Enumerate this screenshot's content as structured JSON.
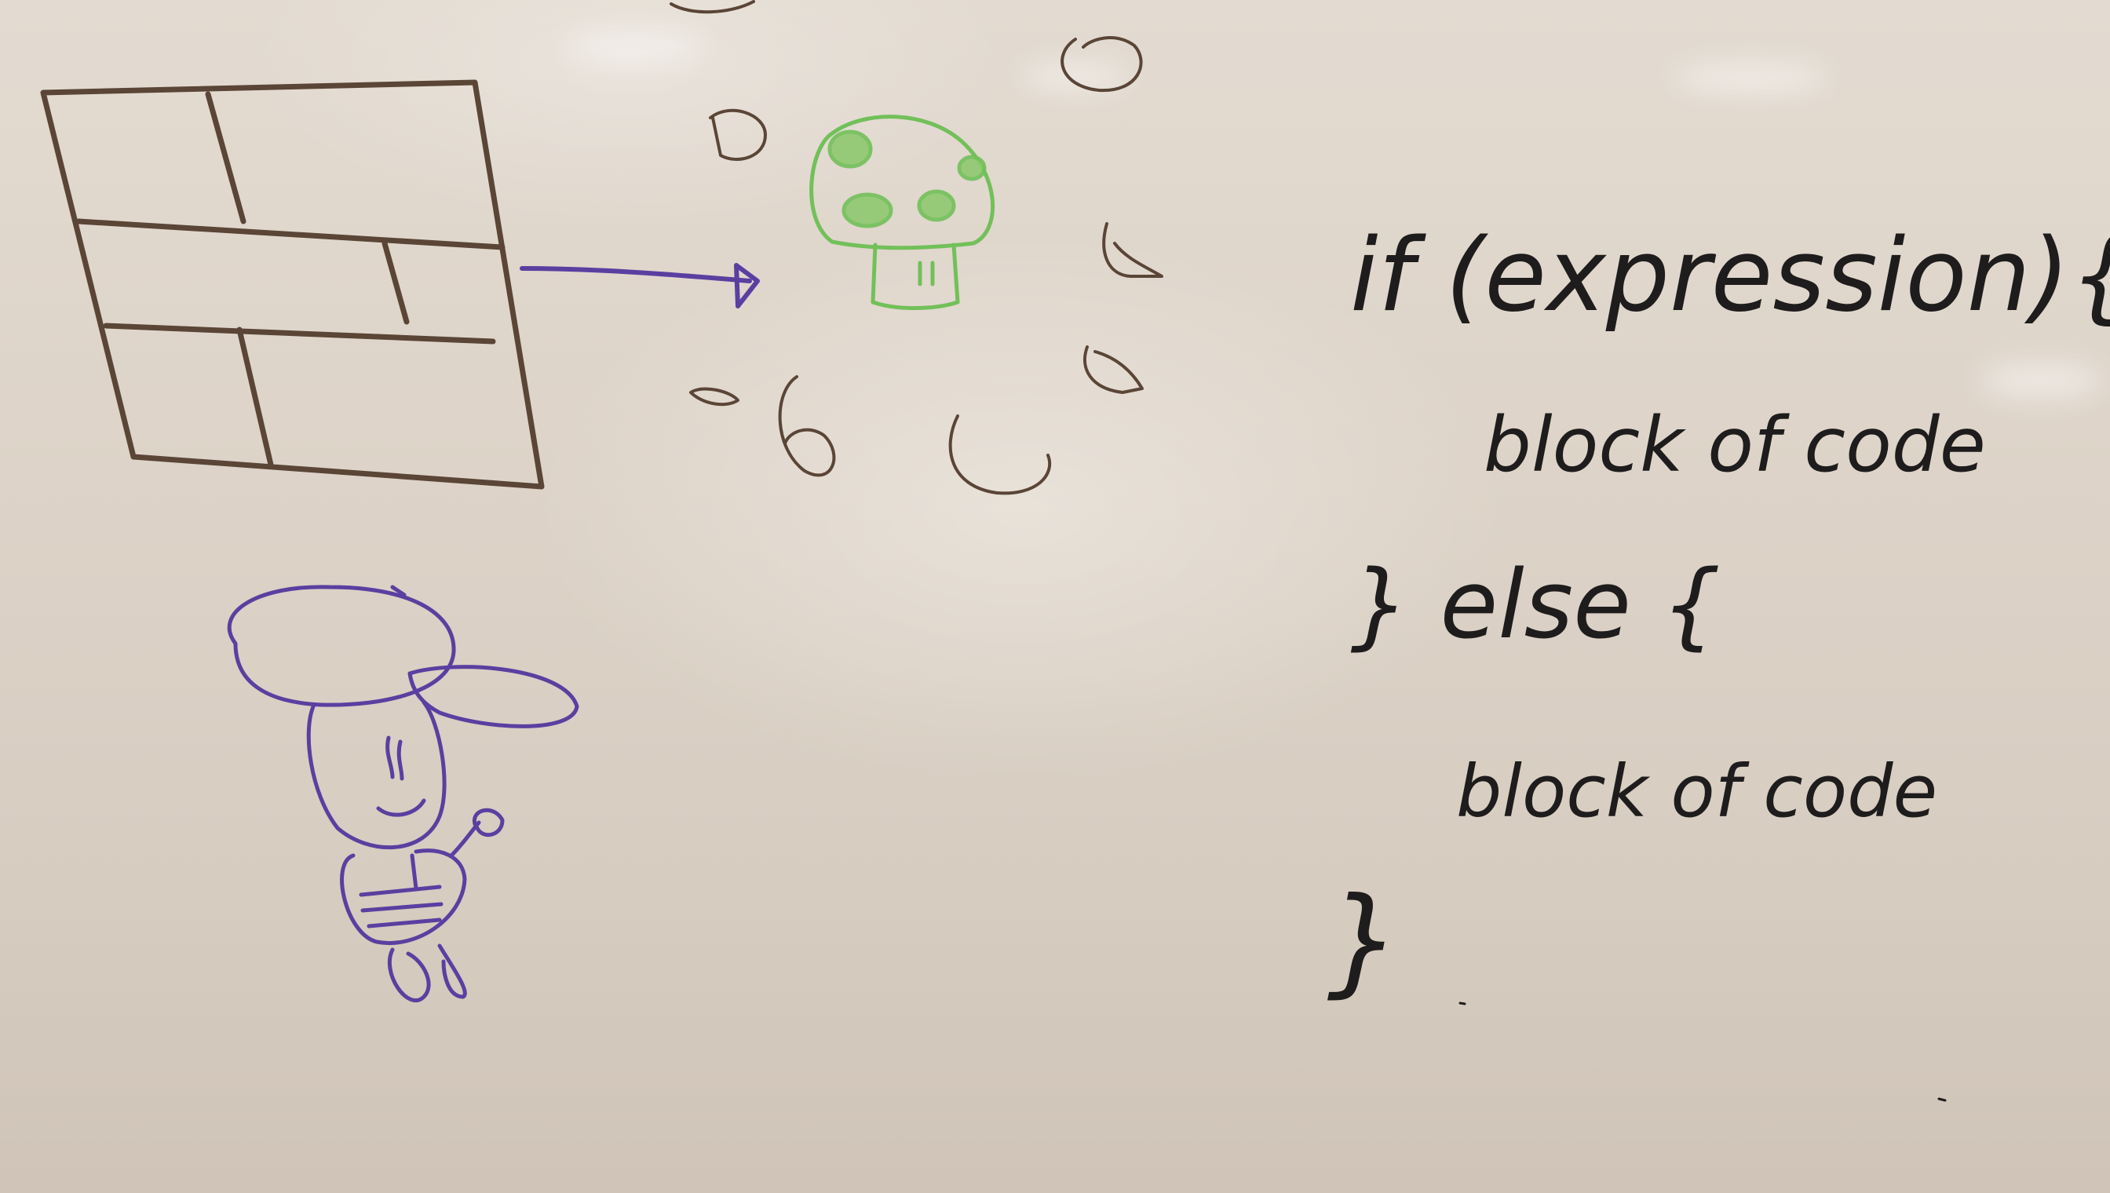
{
  "whiteboard": {
    "code": {
      "if_line": "if (expression){",
      "block_1": "block of code",
      "else_line": "} else {",
      "block_2": "block of code",
      "close_brace": "}"
    }
  },
  "colors": {
    "board": "#ddd3c8",
    "brown_marker": "#5a4536",
    "purple_marker": "#5b3fa0",
    "green_marker": "#72c05a",
    "black_marker": "#1e1c1c"
  },
  "drawings": {
    "grid": "brick-wall-grid-icon",
    "arrow": "arrow-right-icon",
    "mushroom": "mushroom-icon",
    "character": "cap-character-icon"
  }
}
